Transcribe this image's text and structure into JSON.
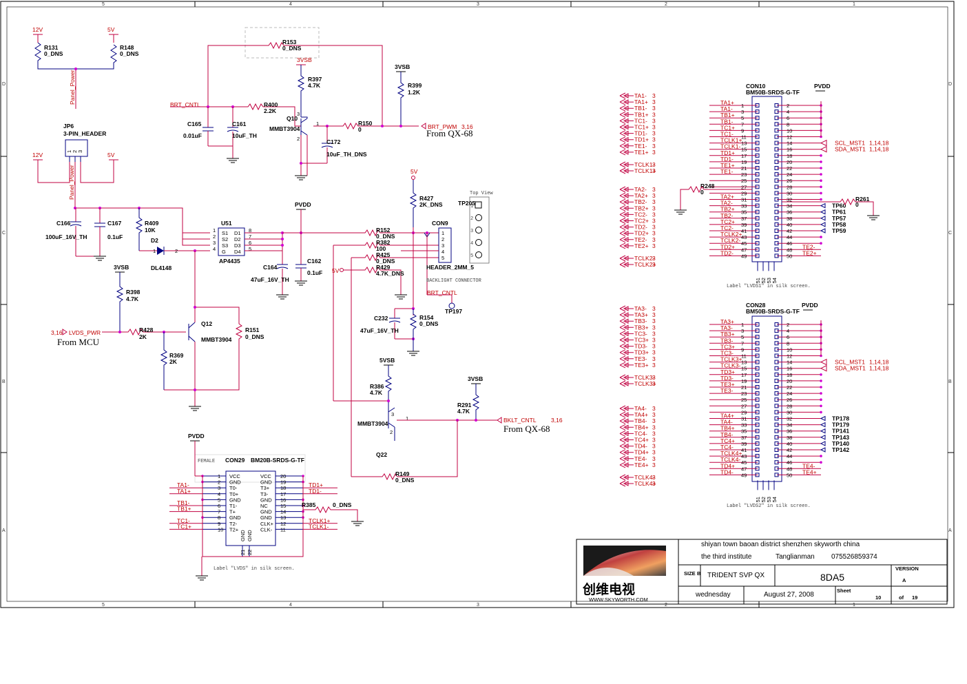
{
  "frame": {
    "cols_top": [
      "5",
      "4",
      "3",
      "2",
      "1"
    ],
    "cols_bottom": [
      "5",
      "4",
      "3",
      "2",
      "1"
    ],
    "rows_left": [
      "D",
      "C",
      "B",
      "A"
    ],
    "rows_right": [
      "D",
      "C",
      "B",
      "A"
    ]
  },
  "power": {
    "v12": "12V",
    "v5": "5V",
    "v3vsb": "3VSB",
    "v5vsb": "5VSB",
    "pvdd": "PVDD",
    "v5_cap": "5V"
  },
  "components": {
    "r131": {
      "ref": "R131",
      "val": "0_DNS"
    },
    "r148": {
      "ref": "R148",
      "val": "0_DNS"
    },
    "r153": {
      "ref": "R153",
      "val": "0_DNS"
    },
    "r397": {
      "ref": "R397",
      "val": "4.7K"
    },
    "r399": {
      "ref": "R399",
      "val": "1.2K"
    },
    "r400": {
      "ref": "R400",
      "val": "2.2K"
    },
    "r150": {
      "ref": "R150",
      "val": "0"
    },
    "c165": {
      "ref": "C165",
      "val": "0.01uF"
    },
    "c161": {
      "ref": "C161",
      "val": "10uF_TH"
    },
    "c172": {
      "ref": "C172",
      "val": "10uF_TH_DNS"
    },
    "q10": {
      "ref": "Q10",
      "val": "MMBT3904"
    },
    "jp6": {
      "ref": "JP6",
      "val": "3-PIN_HEADER"
    },
    "c166": {
      "ref": "C166",
      "val": "100uF_16V_TH"
    },
    "c167": {
      "ref": "C167",
      "val": "0.1uF"
    },
    "r409": {
      "ref": "R409",
      "val": "10K"
    },
    "d2": {
      "ref": "D2",
      "val": "DL4148"
    },
    "u51": {
      "ref": "U51",
      "val": "AP4435",
      "pins_l": [
        "S1",
        "S2",
        "S3",
        "G"
      ],
      "pins_r": [
        "D1",
        "D2",
        "D3",
        "D4"
      ],
      "nums_l": [
        "1",
        "2",
        "3",
        "4"
      ],
      "nums_r": [
        "8",
        "7",
        "6",
        "5"
      ]
    },
    "c164": {
      "ref": "C164",
      "val": "47uF_16V_TH"
    },
    "c162": {
      "ref": "C162",
      "val": "0.1uF"
    },
    "r152": {
      "ref": "R152",
      "val": "0_DNS"
    },
    "r382": {
      "ref": "R382",
      "val": "100"
    },
    "r425": {
      "ref": "R425",
      "val": "0_DNS"
    },
    "r429": {
      "ref": "R429",
      "val": "4.7K_DNS"
    },
    "r427": {
      "ref": "R427",
      "val": "2K_DNS"
    },
    "con9": {
      "ref": "CON9",
      "val": "HEADER_2MM_5",
      "pins": [
        "1",
        "2",
        "3",
        "4",
        "5"
      ],
      "note": "BACKLIGHT CONNECTOR"
    },
    "tp205": {
      "ref": "TP205"
    },
    "topview": "Top View",
    "c232": {
      "ref": "C232",
      "val": "47uF_16V_TH"
    },
    "r154": {
      "ref": "R154",
      "val": "0_DNS"
    },
    "tp197": {
      "ref": "TP197"
    },
    "r398": {
      "ref": "R398",
      "val": "4.7K"
    },
    "r428": {
      "ref": "R428",
      "val": "2K"
    },
    "r369": {
      "ref": "R369",
      "val": "2K"
    },
    "q12": {
      "ref": "Q12",
      "val": "MMBT3904"
    },
    "r151": {
      "ref": "R151",
      "val": "0_DNS"
    },
    "r386": {
      "ref": "R386",
      "val": "4.7K"
    },
    "q22": {
      "ref": "Q22",
      "val": "MMBT3904"
    },
    "r291": {
      "ref": "R291",
      "val": "4.7K"
    },
    "r149": {
      "ref": "R149",
      "val": "0_DNS"
    },
    "r385": {
      "ref": "R385",
      "val": "0_DNS"
    },
    "r248": {
      "ref": "R248",
      "val": "0"
    },
    "r261": {
      "ref": "R261",
      "val": "0"
    }
  },
  "nets": {
    "brt_cntl": "BRT_CNTL",
    "brt_pwm": "BRT_PWM",
    "brt_pwm_ref": "3,16",
    "from_qx68": "From QX-68",
    "lvds_pwr": "LVDS_PWR",
    "lvds_pwr_ref": "3,16",
    "from_mcu": "From MCU",
    "bklt_cntl": "BKLT_CNTL",
    "bklt_ref": "3,16",
    "from_qx68_2": "From QX-68",
    "panel_power": "Panel_Power",
    "panel_power2": "Panel_Power",
    "brt_cntl2": "BRT_CNTL",
    "v5_net": "5V"
  },
  "con29": {
    "title": "CON29",
    "part": "BM20B-SRDS-G-TF",
    "female": "FEMALE",
    "left_pins": [
      {
        "n": "1",
        "name": "VCC",
        "net": ""
      },
      {
        "n": "2",
        "name": "GND",
        "net": ""
      },
      {
        "n": "3",
        "name": "T0-",
        "net": "TA1-"
      },
      {
        "n": "4",
        "name": "T0+",
        "net": "TA1+"
      },
      {
        "n": "5",
        "name": "GND",
        "net": ""
      },
      {
        "n": "6",
        "name": "T1-",
        "net": "TB1-"
      },
      {
        "n": "7",
        "name": "T+",
        "net": "TB1+"
      },
      {
        "n": "8",
        "name": "GND",
        "net": ""
      },
      {
        "n": "9",
        "name": "T2-",
        "net": "TC1-"
      },
      {
        "n": "10",
        "name": "T2+",
        "net": "TC1+"
      }
    ],
    "right_pins": [
      {
        "n": "20",
        "name": "VCC",
        "net": ""
      },
      {
        "n": "19",
        "name": "GND",
        "net": ""
      },
      {
        "n": "18",
        "name": "T3+",
        "net": "TD1+"
      },
      {
        "n": "17",
        "name": "T3-",
        "net": "TD1-"
      },
      {
        "n": "16",
        "name": "GND",
        "net": ""
      },
      {
        "n": "15",
        "name": "NC",
        "net": ""
      },
      {
        "n": "14",
        "name": "GND",
        "net": ""
      },
      {
        "n": "13",
        "name": "GND",
        "net": ""
      },
      {
        "n": "12",
        "name": "CLK+",
        "net": "TCLK1+"
      },
      {
        "n": "11",
        "name": "CLK-",
        "net": "TCLK1-"
      }
    ],
    "gnd_pins": [
      "21",
      "22"
    ],
    "gnd_names": [
      "GND",
      "GND"
    ],
    "label": "Label \"LVDS\" in silk screen."
  },
  "con10": {
    "title": "CON10",
    "part": "BM50B-SRDS-G-TF",
    "pvdd": "PVDD",
    "label": "Label \"LVDS1\" in silk screen.",
    "left": [
      {
        "n": "1",
        "net": "TA1+"
      },
      {
        "n": "3",
        "net": "TA1-"
      },
      {
        "n": "5",
        "net": "TB1+"
      },
      {
        "n": "7",
        "net": "TB1-"
      },
      {
        "n": "9",
        "net": "TC1+"
      },
      {
        "n": "11",
        "net": "TC1-"
      },
      {
        "n": "13",
        "net": "TCLK1+"
      },
      {
        "n": "15",
        "net": "TCLK1-"
      },
      {
        "n": "17",
        "net": "TD1+"
      },
      {
        "n": "19",
        "net": "TD1-"
      },
      {
        "n": "21",
        "net": "TE1+"
      },
      {
        "n": "23",
        "net": "TE1-"
      },
      {
        "n": "25",
        "net": ""
      },
      {
        "n": "27",
        "net": ""
      },
      {
        "n": "29",
        "net": ""
      },
      {
        "n": "31",
        "net": "TA2+"
      },
      {
        "n": "33",
        "net": "TA2-"
      },
      {
        "n": "35",
        "net": "TB2+"
      },
      {
        "n": "37",
        "net": "TB2-"
      },
      {
        "n": "39",
        "net": "TC2+"
      },
      {
        "n": "41",
        "net": "TC2-"
      },
      {
        "n": "43",
        "net": "TCLK2+"
      },
      {
        "n": "45",
        "net": "TCLK2-"
      },
      {
        "n": "47",
        "net": "TD2+"
      },
      {
        "n": "49",
        "net": "TD2-"
      }
    ],
    "right": [
      {
        "n": "2",
        "net": ""
      },
      {
        "n": "4",
        "net": ""
      },
      {
        "n": "6",
        "net": ""
      },
      {
        "n": "8",
        "net": ""
      },
      {
        "n": "10",
        "net": ""
      },
      {
        "n": "12",
        "net": ""
      },
      {
        "n": "14",
        "net": "SCL_MST1"
      },
      {
        "n": "16",
        "net": "SDA_MST1"
      },
      {
        "n": "18",
        "net": ""
      },
      {
        "n": "20",
        "net": ""
      },
      {
        "n": "22",
        "net": ""
      },
      {
        "n": "24",
        "net": ""
      },
      {
        "n": "26",
        "net": ""
      },
      {
        "n": "28",
        "net": ""
      },
      {
        "n": "30",
        "net": ""
      },
      {
        "n": "32",
        "net": ""
      },
      {
        "n": "34",
        "net": "TP60"
      },
      {
        "n": "36",
        "net": "TP61"
      },
      {
        "n": "38",
        "net": "TP57"
      },
      {
        "n": "40",
        "net": "TP58"
      },
      {
        "n": "42",
        "net": "TP59"
      },
      {
        "n": "44",
        "net": ""
      },
      {
        "n": "46",
        "net": ""
      },
      {
        "n": "48",
        "net": "TE2-"
      },
      {
        "n": "50",
        "net": "TE2+"
      }
    ],
    "scl_ref": "1,14,18",
    "sda_ref": "1,14,18",
    "bottom": [
      "51",
      "52",
      "53",
      "54"
    ]
  },
  "con28": {
    "title": "CON28",
    "part": "BM50B-SRDS-G-TF",
    "pvdd": "PVDD",
    "label": "Label \"LVDS2\" in silk screen.",
    "left": [
      {
        "n": "1",
        "net": "TA3+"
      },
      {
        "n": "3",
        "net": "TA3-"
      },
      {
        "n": "5",
        "net": "TB3+"
      },
      {
        "n": "7",
        "net": "TB3-"
      },
      {
        "n": "9",
        "net": "TC3+"
      },
      {
        "n": "11",
        "net": "TC3-"
      },
      {
        "n": "13",
        "net": "TCLK3+"
      },
      {
        "n": "15",
        "net": "TCLK3-"
      },
      {
        "n": "17",
        "net": "TD3+"
      },
      {
        "n": "19",
        "net": "TD3-"
      },
      {
        "n": "21",
        "net": "TE3+"
      },
      {
        "n": "23",
        "net": "TE3-"
      },
      {
        "n": "25",
        "net": ""
      },
      {
        "n": "27",
        "net": ""
      },
      {
        "n": "29",
        "net": ""
      },
      {
        "n": "31",
        "net": "TA4+"
      },
      {
        "n": "33",
        "net": "TA4-"
      },
      {
        "n": "35",
        "net": "TB4+"
      },
      {
        "n": "37",
        "net": "TB4-"
      },
      {
        "n": "39",
        "net": "TC4+"
      },
      {
        "n": "41",
        "net": "TC4-"
      },
      {
        "n": "43",
        "net": "TCLK4+"
      },
      {
        "n": "45",
        "net": "TCLK4-"
      },
      {
        "n": "47",
        "net": "TD4+"
      },
      {
        "n": "49",
        "net": "TD4-"
      }
    ],
    "right": [
      {
        "n": "2",
        "net": ""
      },
      {
        "n": "4",
        "net": ""
      },
      {
        "n": "6",
        "net": ""
      },
      {
        "n": "8",
        "net": ""
      },
      {
        "n": "10",
        "net": ""
      },
      {
        "n": "12",
        "net": ""
      },
      {
        "n": "14",
        "net": "SCL_MST1"
      },
      {
        "n": "16",
        "net": "SDA_MST1"
      },
      {
        "n": "18",
        "net": ""
      },
      {
        "n": "20",
        "net": ""
      },
      {
        "n": "22",
        "net": ""
      },
      {
        "n": "24",
        "net": ""
      },
      {
        "n": "26",
        "net": ""
      },
      {
        "n": "28",
        "net": ""
      },
      {
        "n": "30",
        "net": ""
      },
      {
        "n": "32",
        "net": "TP178"
      },
      {
        "n": "34",
        "net": "TP179"
      },
      {
        "n": "36",
        "net": "TP141"
      },
      {
        "n": "38",
        "net": "TP143"
      },
      {
        "n": "40",
        "net": "TP140"
      },
      {
        "n": "42",
        "net": "TP142"
      },
      {
        "n": "44",
        "net": ""
      },
      {
        "n": "46",
        "net": ""
      },
      {
        "n": "48",
        "net": "TE4-"
      },
      {
        "n": "50",
        "net": "TE4+"
      }
    ],
    "scl_ref": "1,14,18",
    "sda_ref": "1,14,18",
    "bottom": [
      "51",
      "52",
      "53",
      "54"
    ]
  },
  "offpage1": [
    {
      "net": "TA1-",
      "ref": "3"
    },
    {
      "net": "TA1+",
      "ref": "3"
    },
    {
      "net": "TB1-",
      "ref": "3"
    },
    {
      "net": "TB1+",
      "ref": "3"
    },
    {
      "net": "TC1-",
      "ref": "3"
    },
    {
      "net": "TC1+",
      "ref": "3"
    },
    {
      "net": "TD1-",
      "ref": "3"
    },
    {
      "net": "TD1+",
      "ref": "3"
    },
    {
      "net": "TE1-",
      "ref": "3"
    },
    {
      "net": "TE1+",
      "ref": "3"
    }
  ],
  "offpage1_clk": [
    {
      "net": "TCLK1-",
      "ref": "3"
    },
    {
      "net": "TCLK1+",
      "ref": "3"
    }
  ],
  "offpage2": [
    {
      "net": "TA2-",
      "ref": "3"
    },
    {
      "net": "TA2+",
      "ref": "3"
    },
    {
      "net": "TB2-",
      "ref": "3"
    },
    {
      "net": "TB2+",
      "ref": "3"
    },
    {
      "net": "TC2-",
      "ref": "3"
    },
    {
      "net": "TC2+",
      "ref": "3"
    },
    {
      "net": "TD2-",
      "ref": "3"
    },
    {
      "net": "TD2+",
      "ref": "3"
    },
    {
      "net": "TE2-",
      "ref": "3"
    },
    {
      "net": "TE2+",
      "ref": "3"
    }
  ],
  "offpage2_clk": [
    {
      "net": "TCLK2-",
      "ref": "3"
    },
    {
      "net": "TCLK2+",
      "ref": "3"
    }
  ],
  "offpage3": [
    {
      "net": "TA3-",
      "ref": "3"
    },
    {
      "net": "TA3+",
      "ref": "3"
    },
    {
      "net": "TB3-",
      "ref": "3"
    },
    {
      "net": "TB3+",
      "ref": "3"
    },
    {
      "net": "TC3-",
      "ref": "3"
    },
    {
      "net": "TC3+",
      "ref": "3"
    },
    {
      "net": "TD3-",
      "ref": "3"
    },
    {
      "net": "TD3+",
      "ref": "3"
    },
    {
      "net": "TE3-",
      "ref": "3"
    },
    {
      "net": "TE3+",
      "ref": "3"
    }
  ],
  "offpage3_clk": [
    {
      "net": "TCLK3-",
      "ref": "3"
    },
    {
      "net": "TCLK3+",
      "ref": "3"
    }
  ],
  "offpage4": [
    {
      "net": "TA4-",
      "ref": "3"
    },
    {
      "net": "TA4+",
      "ref": "3"
    },
    {
      "net": "TB4-",
      "ref": "3"
    },
    {
      "net": "TB4+",
      "ref": "3"
    },
    {
      "net": "TC4-",
      "ref": "3"
    },
    {
      "net": "TC4+",
      "ref": "3"
    },
    {
      "net": "TD4-",
      "ref": "3"
    },
    {
      "net": "TD4+",
      "ref": "3"
    },
    {
      "net": "TE4-",
      "ref": "3"
    },
    {
      "net": "TE4+",
      "ref": "3"
    }
  ],
  "offpage4_clk": [
    {
      "net": "TCLK4-",
      "ref": "3"
    },
    {
      "net": "TCLK4+",
      "ref": "3"
    }
  ],
  "titleblock": {
    "line1": "shiyan  town baoan district   shenzhen    skyworth    china",
    "line2a": "the  third institute",
    "line2b": "Tanglianman",
    "line2c": "075526859374",
    "size_label": "SIZE",
    "size_val": "B",
    "title": "TRIDENT  SVP QX",
    "docnum": "8DA5",
    "version_label": "VERSION",
    "version": "A",
    "day": "wednesday",
    "date": "August  27, 2008",
    "sheet_label": "Sheet",
    "sheet": "10",
    "of": "of",
    "total": "19",
    "logo_cn": "创维电视",
    "logo_url": "WWW.SKYWORTH.COM"
  }
}
